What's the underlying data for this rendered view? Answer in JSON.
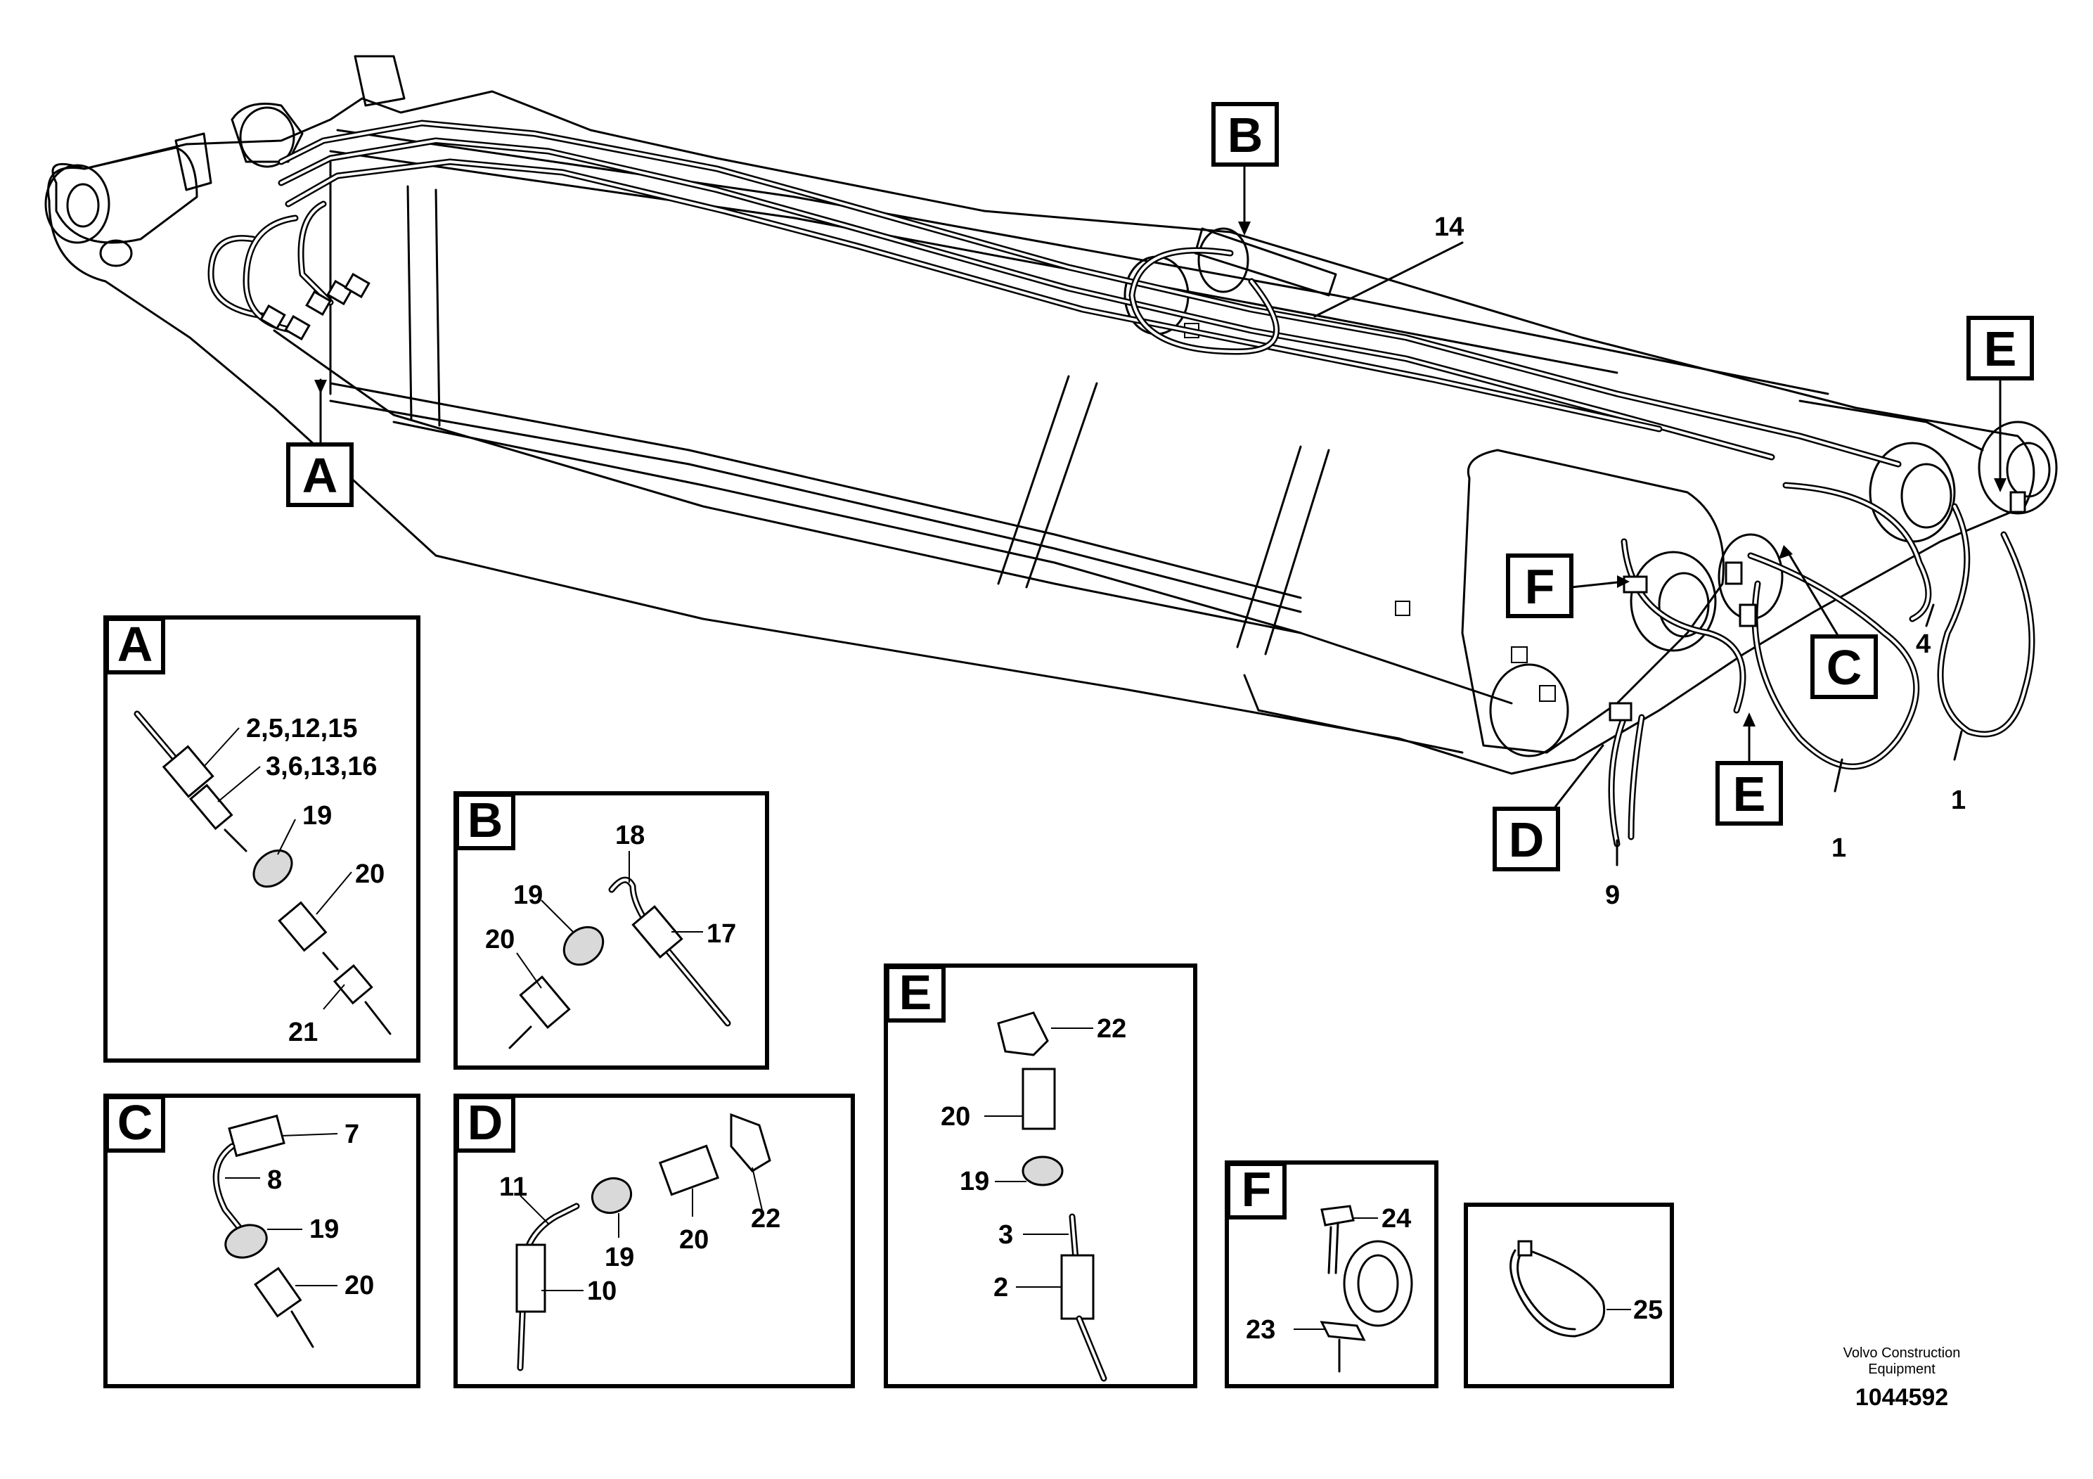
{
  "overview": {
    "callouts": {
      "A": "A",
      "B": "B",
      "C": "C",
      "D": "D",
      "E1": "E",
      "E2": "E",
      "F": "F"
    },
    "part_numbers": {
      "n14": "14",
      "n4": "4",
      "n1a": "1",
      "n1b": "1",
      "n9": "9"
    }
  },
  "detail_A": {
    "title": "A",
    "labels": {
      "l1": "2,5,12,15",
      "l2": "3,6,13,16",
      "l3": "19",
      "l4": "20",
      "l5": "21"
    }
  },
  "detail_B": {
    "title": "B",
    "labels": {
      "l1": "18",
      "l2": "19",
      "l3": "17",
      "l4": "20"
    }
  },
  "detail_C": {
    "title": "C",
    "labels": {
      "l1": "7",
      "l2": "8",
      "l3": "19",
      "l4": "20"
    }
  },
  "detail_D": {
    "title": "D",
    "labels": {
      "l1": "11",
      "l2": "22",
      "l3": "19",
      "l4": "20",
      "l5": "10"
    }
  },
  "detail_E": {
    "title": "E",
    "labels": {
      "l1": "22",
      "l2": "20",
      "l3": "19",
      "l4": "3",
      "l5": "2"
    }
  },
  "detail_F": {
    "title": "F",
    "labels": {
      "l1": "24",
      "l2": "23"
    }
  },
  "detail_tie": {
    "labels": {
      "l1": "25"
    }
  },
  "footer": {
    "company_line1": "Volvo Construction",
    "company_line2": "Equipment",
    "drawing_number": "1044592"
  }
}
